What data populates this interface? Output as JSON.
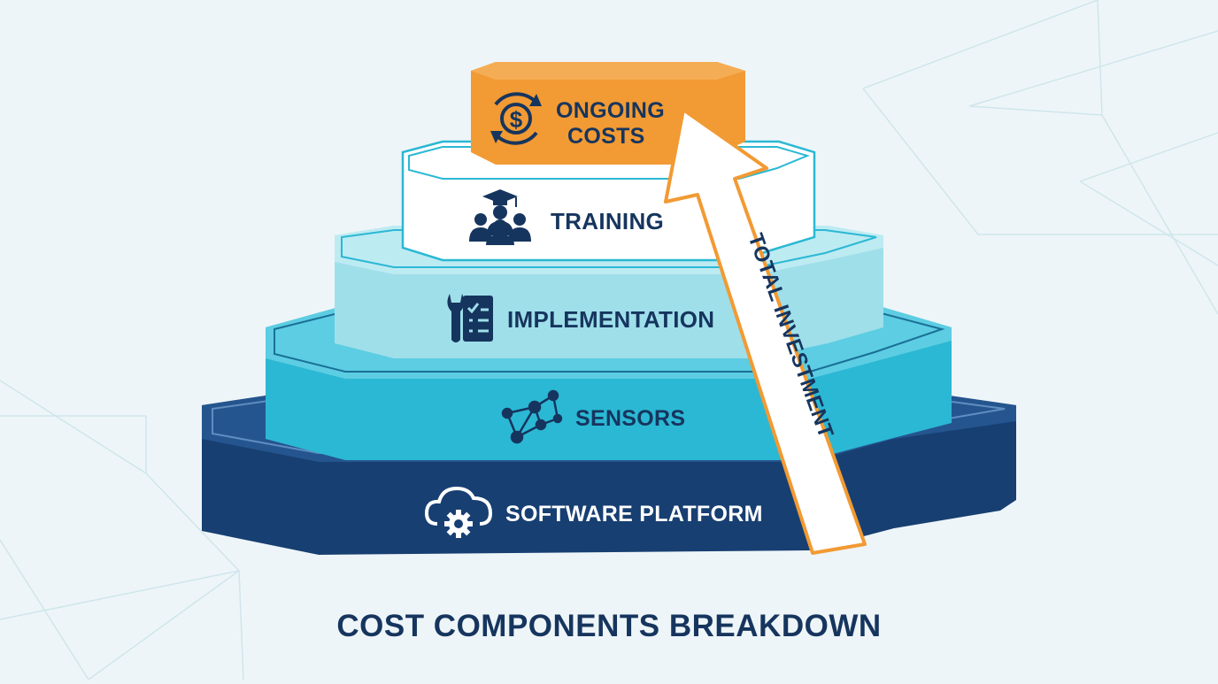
{
  "diagram": {
    "caption": "COST COMPONENTS BREAKDOWN",
    "arrow_label": "TOTAL INVESTMENT",
    "layers": [
      {
        "label_lines": [
          "ONGOING",
          "COSTS"
        ],
        "icon": "dollar-cycle-icon"
      },
      {
        "label_lines": [
          "TRAINING"
        ],
        "icon": "graduation-team-icon"
      },
      {
        "label_lines": [
          "IMPLEMENTATION"
        ],
        "icon": "wrench-checklist-icon"
      },
      {
        "label_lines": [
          "SENSORS"
        ],
        "icon": "network-nodes-icon"
      },
      {
        "label_lines": [
          "SOFTWARE PLATFORM"
        ],
        "icon": "cloud-gear-icon"
      }
    ]
  },
  "colors": {
    "background": "#eef5f8",
    "ongoing": "#f29a33",
    "training": "#ffffff",
    "implementation": "#9fdfea",
    "sensors": "#2bb8d4",
    "software_platform": "#173f72",
    "dark_text": "#16355e",
    "arrow_outline": "#f29a33"
  }
}
